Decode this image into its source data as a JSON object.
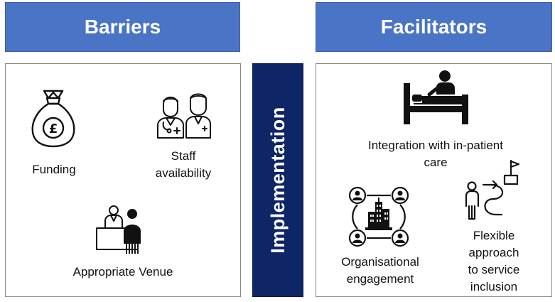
{
  "headers": {
    "barriers": "Barriers",
    "facilitators": "Facilitators"
  },
  "center": {
    "label": "Implementation"
  },
  "barriers": {
    "funding": "Funding",
    "staff_line1": "Staff",
    "staff_line2": "availability",
    "venue": "Appropriate Venue"
  },
  "facilitators": {
    "integration_line1": "Integration with in-patient",
    "integration_line2": "care",
    "org_line1": "Organisational",
    "org_line2": "engagement",
    "flex_line1": "Flexible",
    "flex_line2": "approach",
    "flex_line3": "to service",
    "flex_line4": "inclusion"
  },
  "icons": {
    "funding": "money-bag-pound-icon",
    "staff": "doctor-nurse-icon",
    "venue": "reception-desk-icon",
    "integration": "hospital-bed-icon",
    "organisation": "organisation-network-icon",
    "flexible": "path-to-goal-icon"
  },
  "colors": {
    "header_blue": "#4a74c6",
    "implementation_navy": "#0e2566",
    "panel_border": "#8a8a8a"
  }
}
